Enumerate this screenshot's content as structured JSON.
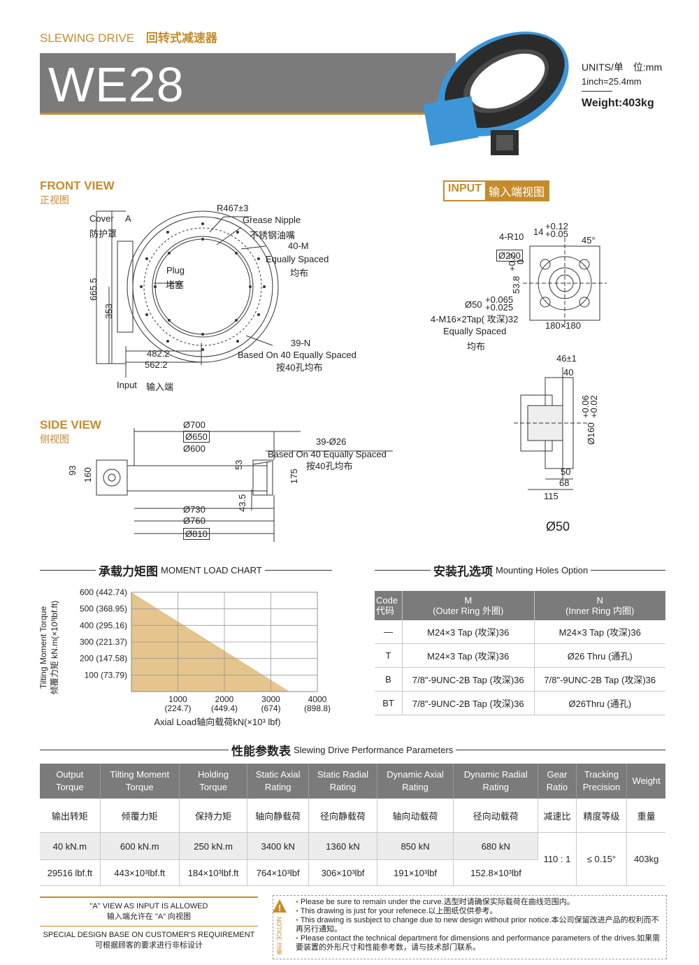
{
  "header": {
    "series_en": "SLEWING DRIVE",
    "series_cn": "回转式减速器",
    "model": "WE28",
    "units": "UNITS/单　位:mm",
    "inch": "1inch=25.4mm",
    "weight": "Weight:403kg"
  },
  "front_view": {
    "title_en": "FRONT VIEW",
    "title_cn": "正视图",
    "cover_en": "Cover",
    "cover_cn": "防护罩",
    "a_mark": "A",
    "radius": "R467±3",
    "grease_en": "Grease Nipple",
    "grease_cn": "不锈钢油嘴",
    "holes_n": "40-M",
    "eq_en": "Equally Spaced",
    "eq_cn": "均布",
    "plug_en": "Plug",
    "plug_cn": "堵塞",
    "h1": "665.5",
    "h2": "353",
    "w1": "482.2",
    "w2": "562.2",
    "holes_39": "39-N",
    "based_en": "Based On 40 Equally Spaced",
    "based_cn": "按40孔均布",
    "input_en": "Input",
    "input_cn": "输入端"
  },
  "input_view": {
    "label_en": "INPUT",
    "label_cn": "输入端视图",
    "r10": "4-R10",
    "d14": "14",
    "d14_tol_up": "+0.12",
    "d14_tol_dn": "+0.05",
    "angle": "45°",
    "d200": "Ø200",
    "d53": "53.8",
    "d53_tol_up": "+0.2",
    "d53_tol_dn": "0",
    "d50": "Ø50",
    "d50_tol_up": "+0.065",
    "d50_tol_dn": "+0.025",
    "tap": "4-M16×2Tap( 攻深)32",
    "eq_en": "Equally Spaced",
    "eq_cn": "均布",
    "square": "180×180",
    "s46": "46±1",
    "s40": "40",
    "s160": "Ø160",
    "s160_tol_up": "+0.06",
    "s160_tol_dn": "+0.02",
    "s50": "50",
    "s68": "68",
    "s115": "115",
    "shaft": "Ø50"
  },
  "side_view": {
    "title_en": "SIDE VIEW",
    "title_cn": "侧视图",
    "d700": "Ø700",
    "d650": "Ø650",
    "d600": "Ø600",
    "holes": "39-Ø26",
    "based_en": "Based On 40 Equally Spaced",
    "based_cn": "按40孔均布",
    "h93": "93",
    "h160": "160",
    "h53": "53",
    "h175": "175",
    "h43": "43.5",
    "d730": "Ø730",
    "d760": "Ø760",
    "d810": "Ø810"
  },
  "moment_chart": {
    "title_cn": "承载力矩图",
    "title_en": "MOMENT LOAD CHART",
    "ylabel_en": "Tilting Moment Torque",
    "ylabel_cn": "倾覆力矩 kN.m(×10³lbf.ft)",
    "xlabel": "Axial Load轴向载荷kN(×10³ lbf)"
  },
  "chart_data": {
    "type": "area",
    "title": "承载力矩图 MOMENT LOAD CHART",
    "xlabel": "Axial Load轴向载荷kN(×10³ lbf)",
    "ylabel": "Tilting Moment Torque 倾覆力矩 kN.m(×10³lbf.ft)",
    "xlim": [
      0,
      4000
    ],
    "ylim": [
      0,
      600
    ],
    "x_ticks": [
      {
        "value": 1000,
        "label": "1000",
        "sub": "(224.7)"
      },
      {
        "value": 2000,
        "label": "2000",
        "sub": "(449.4)"
      },
      {
        "value": 3000,
        "label": "3000",
        "sub": "(674)"
      },
      {
        "value": 4000,
        "label": "4000",
        "sub": "(898.8)"
      }
    ],
    "y_ticks": [
      {
        "value": 100,
        "label": "100  (73.79)"
      },
      {
        "value": 200,
        "label": "200 (147.58)"
      },
      {
        "value": 300,
        "label": "300 (221.37)"
      },
      {
        "value": 400,
        "label": "400 (295.16)"
      },
      {
        "value": 500,
        "label": "500 (368.95)"
      },
      {
        "value": 600,
        "label": "600 (442.74)"
      }
    ],
    "series": [
      {
        "x": [
          0,
          3400
        ],
        "y": [
          600,
          0
        ]
      }
    ],
    "grid": true,
    "fill_color": "#e5c48e"
  },
  "mounting": {
    "title_cn": "安装孔选项",
    "title_en": "Mounting Holes Option",
    "head_code": [
      "Code",
      "代码"
    ],
    "head_m": [
      "M",
      "(Outer Ring 外圈)"
    ],
    "head_n": [
      "N",
      "(Inner Ring 内圈)"
    ],
    "rows": [
      {
        "code": "—",
        "m": "M24×3 Tap (攻深)36",
        "n": "M24×3 Tap (攻深)36"
      },
      {
        "code": "T",
        "m": "M24×3 Tap (攻深)36",
        "n": "Ø26 Thru (通孔)"
      },
      {
        "code": "B",
        "m": "7/8\"-9UNC-2B Tap (攻深)36",
        "n": "7/8\"-9UNC-2B Tap (攻深)36"
      },
      {
        "code": "BT",
        "m": "7/8\"-9UNC-2B Tap (攻深)36",
        "n": "Ø26Thru (通孔)"
      }
    ]
  },
  "performance": {
    "title_cn": "性能参数表",
    "title_en": "Slewing Drive Performance Parameters",
    "headers": [
      [
        "Output",
        "Torque"
      ],
      [
        "Tilting Moment",
        "Torque"
      ],
      [
        "Holding",
        "Torque"
      ],
      [
        "Static Axial",
        "Rating"
      ],
      [
        "Static Radial",
        "Rating"
      ],
      [
        "Dynamic Axial",
        "Rating"
      ],
      [
        "Dynamic Radial",
        "Rating"
      ],
      [
        "Gear",
        "Ratio"
      ],
      [
        "Tracking",
        "Precision"
      ],
      [
        "Weight",
        ""
      ]
    ],
    "cn": [
      "输出转矩",
      "倾覆力矩",
      "保持力矩",
      "轴向静载荷",
      "径向静载荷",
      "轴向动载荷",
      "径向动载荷",
      "减速比",
      "精度等级",
      "重量"
    ],
    "metric": [
      "40 kN.m",
      "600 kN.m",
      "250 kN.m",
      "3400 kN",
      "1360 kN",
      "850 kN",
      "680 kN"
    ],
    "imperial": [
      "29516 lbf.ft",
      "443×10³lbf.ft",
      "184×10³lbf.ft",
      "764×10³lbf",
      "306×10³lbf",
      "191×10³lbf",
      "152.8×10³lbf"
    ],
    "ratio": "110 : 1",
    "precision": "≤ 0.15°",
    "weight": "403kg"
  },
  "footer": {
    "a_view_en": "\"A\" VIEW AS INPUT IS ALLOWED",
    "a_view_cn": "输入端允许在 \"A\" 向视图",
    "special_en": "SPECIAL DESIGN BASE ON CUSTOMER'S REQUIREMENT",
    "special_cn": "可根据顾客的要求进行非标设计",
    "notice_label": "NOTICE 注意",
    "notices": [
      "Please be sure to remain under the curve.选型时请确保实际载荷在曲线范围内。",
      "This drawing is just for your refenece.以上图纸仅供参考。",
      "This drawing is susbject to change due to new design without prior notice.本公司保留改进产品的权利而不再另行通知。",
      "Please contact the technical department for dimensions and performance parameters of the drives.如果需要装置的外形尺寸和性能参考数，请与技术部门联系。"
    ]
  }
}
